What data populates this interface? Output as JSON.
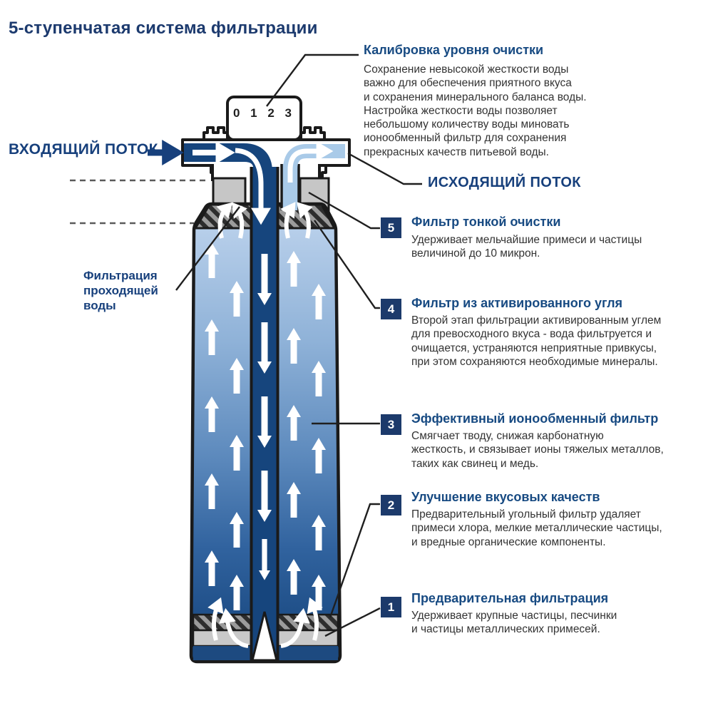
{
  "title": "5-ступенчатая система фильтрации",
  "dial": {
    "scale": "0 1 2 3"
  },
  "labels": {
    "inlet": "ВХОДЯЩИЙ ПОТОК",
    "outlet": "ИСХОДЯЩИЙ ПОТОК",
    "flow": "Фильтрация\nпроходящей\nводы"
  },
  "callout": {
    "heading": "Калибровка уровня очистки",
    "body": "Сохранение невысокой жесткости воды\nважно для обеспечения приятного вкуса\nи сохранения минерального баланса воды.\nНастройка жесткости воды позволяет\nнебольшому количеству воды миновать\nионообменный фильтр для сохранения\nпрекрасных качеств питьевой воды."
  },
  "stages": [
    {
      "num": "5",
      "heading": "Фильтр тонкой очистки",
      "body": "Удерживает мельчайшие примеси и частицы\nвеличиной до 10 микрон."
    },
    {
      "num": "4",
      "heading": "Фильтр из активированного угля",
      "body": "Второй этап фильтрации активированным углем\nдля превосходного вкуса - вода фильтруется и\nочищается, устраняются неприятные привкусы,\nпри этом сохраняются необходимые минералы."
    },
    {
      "num": "3",
      "heading": "Эффективный ионообменный фильтр",
      "body": "Смягчает тводу, снижая карбонатную\nжесткость, и связывает ионы тяжелых металлов,\nтаких как свинец и медь."
    },
    {
      "num": "2",
      "heading": "Улучшение вкусовых качеств",
      "body": "Предварительный угольный фильтр удаляет\nпримеси хлора, мелкие металлические частицы,\nи вредные органические компоненты."
    },
    {
      "num": "1",
      "heading": "Предварительная фильтрация",
      "body": "Удерживает крупные частицы, песчинки\nи частицы металлических примесей."
    }
  ],
  "colors": {
    "accent_navy": "#1c3a6b",
    "heading_blue": "#174a82",
    "water_dark": "#16457d",
    "water_light": "#a9cae8",
    "collar_gray": "#c6c6c6",
    "body_top": "#c0d5ee",
    "body_bottom": "#1d4a80"
  }
}
